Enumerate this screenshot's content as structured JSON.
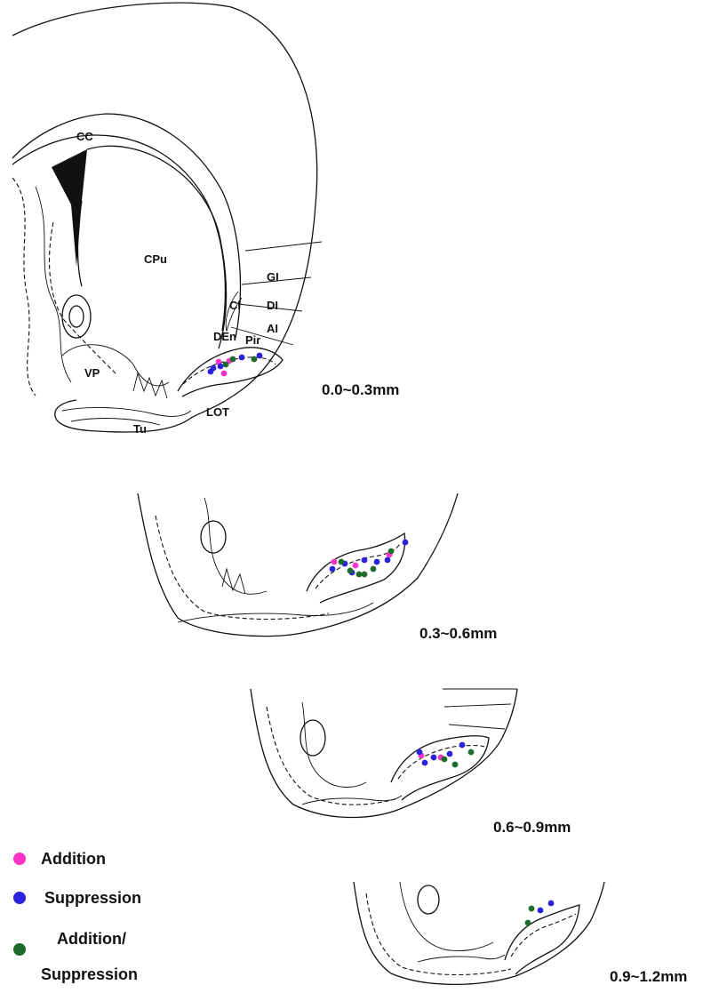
{
  "colors": {
    "addition": "#ff33cc",
    "suppression": "#2a22dd",
    "both": "#1c6b2a",
    "line": "#111111"
  },
  "region_labels": {
    "cc": "CC",
    "cpu": "CPu",
    "gi": "GI",
    "di": "DI",
    "ai": "AI",
    "cl": "Cl",
    "den": "DEn",
    "pir": "Pir",
    "vp": "VP",
    "lot": "LOT",
    "tu": "Tu"
  },
  "sections": [
    {
      "depth": "0.0~0.3mm"
    },
    {
      "depth": "0.3~0.6mm"
    },
    {
      "depth": "0.6~0.9mm"
    },
    {
      "depth": "0.9~1.2mm"
    }
  ],
  "legend": {
    "addition": "Addition",
    "suppression": "Suppression",
    "both_line1": "Addition/",
    "both_line2": "Suppression"
  }
}
